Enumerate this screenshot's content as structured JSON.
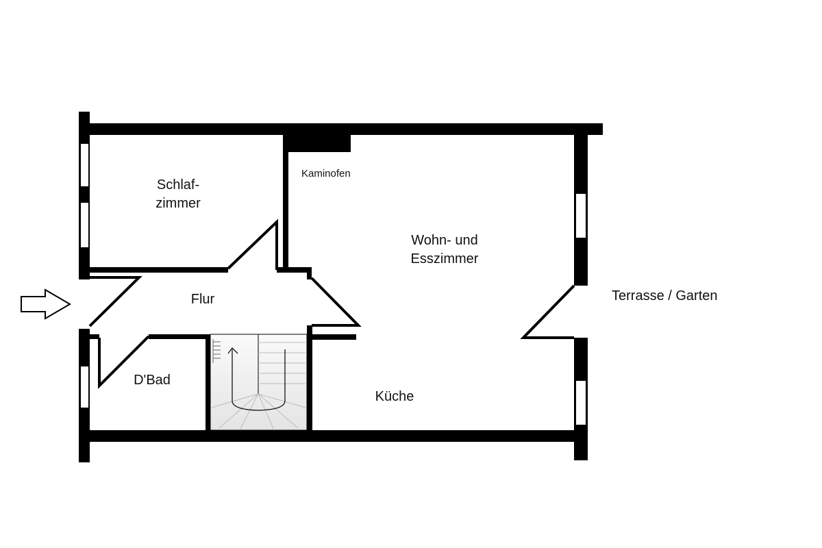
{
  "rooms": {
    "schlafzimmer": [
      "Schlaf-",
      "zimmer"
    ],
    "kaminofen": "Kaminofen",
    "wohnzimmer": [
      "Wohn- und",
      "Esszimmer"
    ],
    "flur": "Flur",
    "bad": "D'Bad",
    "kueche": "Küche",
    "terrasse": "Terrasse / Garten"
  },
  "icons": {
    "entrance": "entrance-arrow-icon",
    "stairs": "staircase-icon"
  },
  "colors": {
    "wall": "#000000",
    "background": "#ffffff"
  }
}
